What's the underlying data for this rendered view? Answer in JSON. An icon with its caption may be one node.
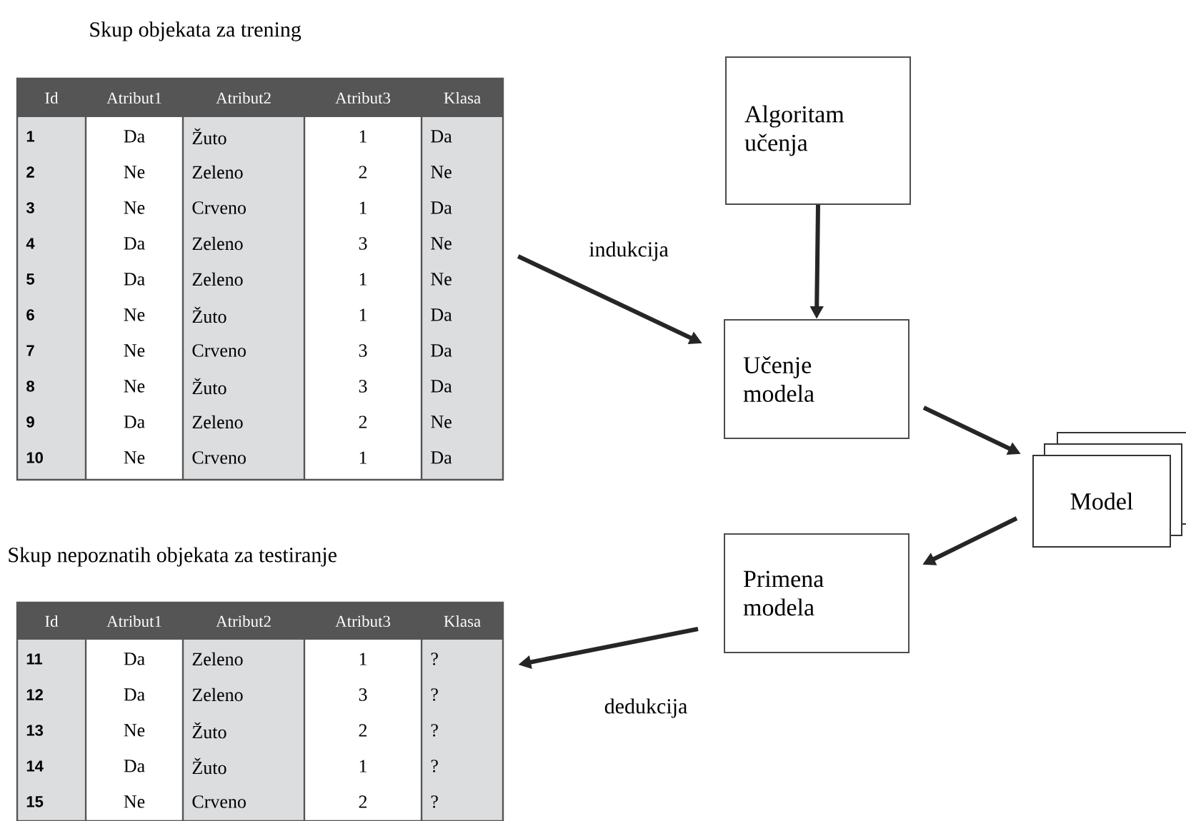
{
  "diagram": {
    "nodes": [
      {
        "text": [
          "Skup objekata za trening"
        ]
      },
      {
        "text": [
          "Algoritam učenja"
        ]
      },
      {
        "text": [
          "Učenje modela"
        ]
      },
      {
        "text": [
          "Model"
        ]
      },
      {
        "text": [
          "Primena modela"
        ]
      },
      {
        "text": [
          "Skup nepoznatih objekata za testiranje"
        ]
      }
    ],
    "edges": [
      {
        "from": 0,
        "to": 2,
        "arrow": "to",
        "label": "indukcija"
      },
      {
        "from": 1,
        "to": 2,
        "arrow": "to"
      },
      {
        "from": 2,
        "to": 3,
        "arrow": "to"
      },
      {
        "from": 3,
        "to": 4,
        "arrow": "to"
      },
      {
        "from": 4,
        "to": 5,
        "arrow": "to",
        "label": "dedukcija"
      }
    ],
    "labels": [
      "Id",
      "Atribut1",
      "Atribut2",
      "Atribut3",
      "Klasa",
      "1",
      "Da",
      "Žuto",
      "1",
      "Da",
      "2",
      "Ne",
      "Zeleno",
      "2",
      "Ne",
      "3",
      "Ne",
      "Crveno",
      "1",
      "Da",
      "4",
      "Da",
      "Zeleno",
      "3",
      "Ne",
      "5",
      "Da",
      "Zeleno",
      "1",
      "Ne",
      "6",
      "Ne",
      "Žuto",
      "1",
      "Da",
      "7",
      "Ne",
      "Crveno",
      "3",
      "Da",
      "8",
      "Ne",
      "Žuto",
      "3",
      "Da",
      "9",
      "Da",
      "Zeleno",
      "2",
      "Ne",
      "10",
      "Ne",
      "Crveno",
      "1",
      "Da",
      "Id",
      "Atribut1",
      "Atribut2",
      "Atribut3",
      "Klasa",
      "11",
      "Da",
      "Zeleno",
      "1",
      "?",
      "12",
      "Da",
      "Zeleno",
      "3",
      "?",
      "13",
      "Ne",
      "Žuto",
      "2",
      "?",
      "14",
      "Da",
      "Žuto",
      "1",
      "?",
      "15",
      "Ne",
      "Crveno",
      "2",
      "?"
    ]
  }
}
